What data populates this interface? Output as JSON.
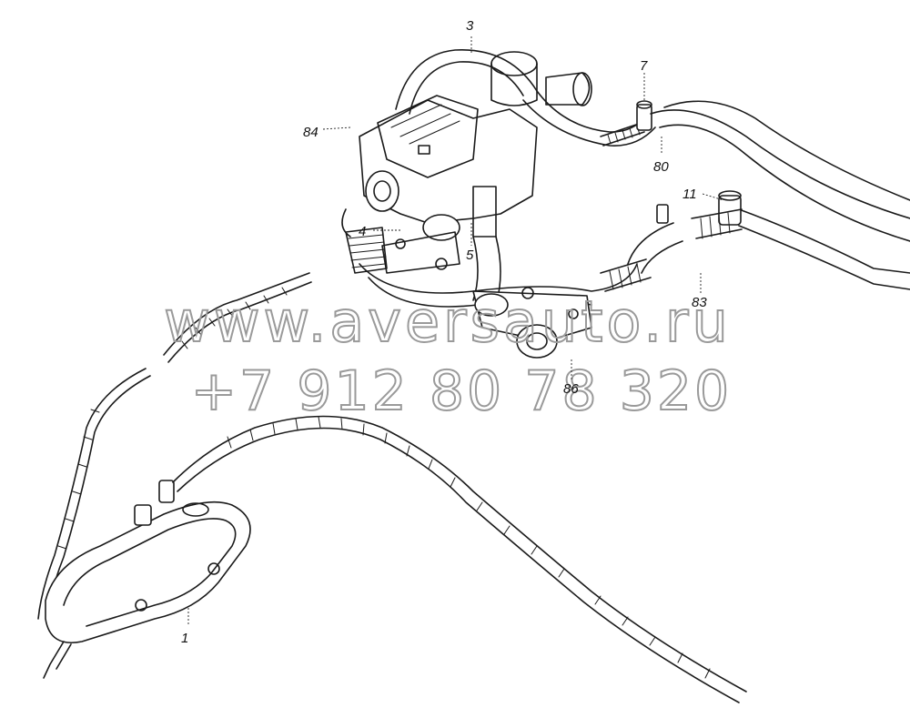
{
  "callouts": {
    "c1": "1",
    "c3": "3",
    "c4": "4",
    "c5": "5",
    "c7": "7",
    "c11": "11",
    "c80": "80",
    "c83": "83",
    "c84": "84",
    "c86": "86"
  },
  "watermark": {
    "site": "www.aversauto.ru",
    "phone": "+7 912 80 78 320"
  }
}
